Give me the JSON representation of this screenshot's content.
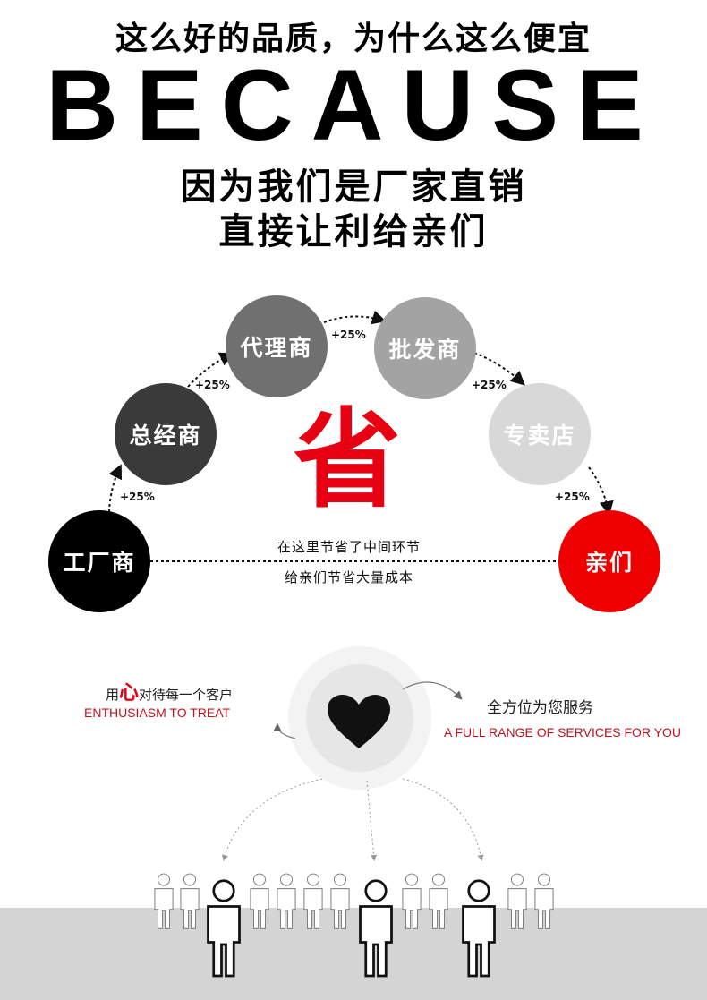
{
  "header": {
    "line1": "这么好的品质，为什么这么便宜",
    "because": "BECAUSE",
    "line2": "因为我们是厂家直销",
    "line3": "直接让利给亲们"
  },
  "chain": {
    "nodes": [
      {
        "label": "工厂商",
        "color": "#000000"
      },
      {
        "label": "总经商",
        "color": "#3a3a3a"
      },
      {
        "label": "代理商",
        "color": "#707070"
      },
      {
        "label": "批发商",
        "color": "#a3a3a3"
      },
      {
        "label": "专卖店",
        "color": "#d8d8d8"
      },
      {
        "label": "亲们",
        "color": "#ee0000"
      }
    ],
    "markups": [
      "+25%",
      "+25%",
      "+25%",
      "+25%",
      "+25%"
    ],
    "center_char": "省",
    "saving_line1": "在这里节省了中间环节",
    "saving_line2": "给亲们节省大量成本"
  },
  "service": {
    "left_cn_prefix": "用",
    "left_cn_heart": "心",
    "left_cn_suffix": "对待每一个客户",
    "left_en": "ENTHUSIASM TO TREAT",
    "right_cn": "全方位为您服务",
    "right_en": "A FULL RANGE OF SERVICES FOR YOU"
  },
  "colors": {
    "accent_red": "#e60012",
    "ground_gray": "#d4d4d4"
  },
  "icons": [
    "heart-icon",
    "person-icon",
    "dashed-arrow-icon"
  ]
}
